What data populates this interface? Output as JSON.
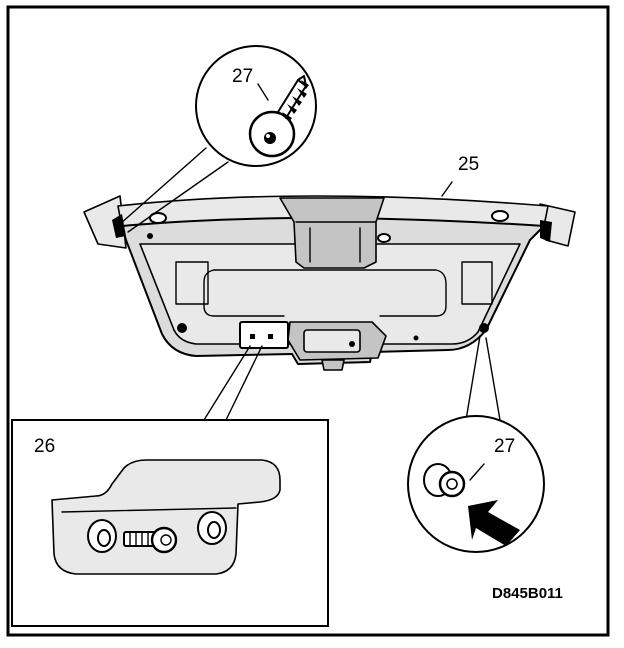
{
  "labels": {
    "part_25": "25",
    "part_26": "26",
    "part_27_top": "27",
    "part_27_right": "27"
  },
  "figure_code": "D845B011"
}
